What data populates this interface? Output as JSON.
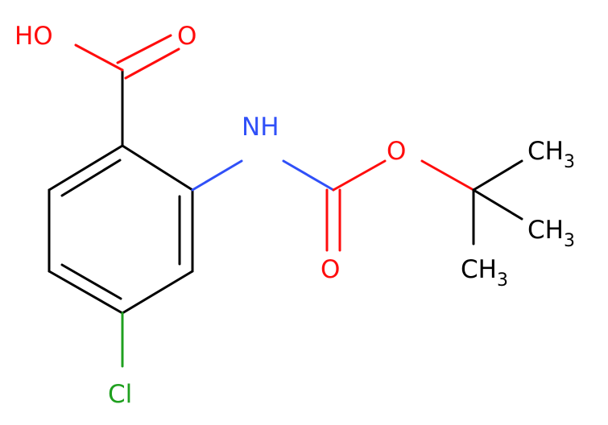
{
  "molecule": {
    "colors": {
      "carbon": "#000000",
      "oxygen": "#ff0d0d",
      "nitrogen": "#3050f8",
      "chlorine": "#1fa01f"
    },
    "labels": {
      "hydroxyl": "HO",
      "carbonyl_acid_o": "O",
      "amine": "NH",
      "ester_o": "O",
      "carbamate_o": "O",
      "chloro": "Cl",
      "methyl_1": "CH3",
      "methyl_2": "CH3",
      "methyl_3": "CH3"
    }
  }
}
